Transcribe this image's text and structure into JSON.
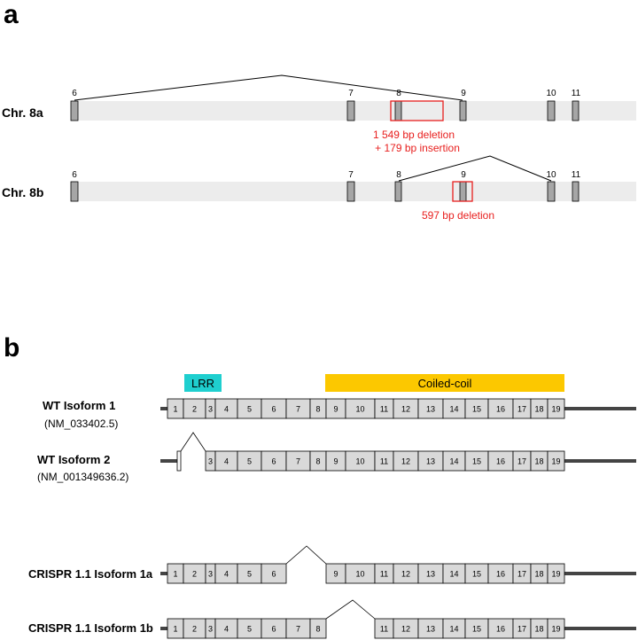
{
  "panel_a": {
    "label": "a",
    "chr_8a": {
      "label": "Chr. 8a",
      "exons": [
        "6",
        "7",
        "8",
        "9",
        "10",
        "11"
      ],
      "annotation_line1": "1 549 bp deletion",
      "annotation_line2": "+ 179 bp insertion"
    },
    "chr_8b": {
      "label": "Chr. 8b",
      "exons": [
        "6",
        "7",
        "8",
        "9",
        "10",
        "11"
      ],
      "annotation": "597 bp deletion"
    }
  },
  "panel_b": {
    "label": "b",
    "domains": {
      "lrr": "LRR",
      "coiled_coil": "Coiled-coil"
    },
    "domain_colors": {
      "lrr": "#1fcfcf",
      "coiled_coil": "#fcc800"
    },
    "isoforms": [
      {
        "name": "WT Isoform 1",
        "accession": "(NM_033402.5)",
        "exons": [
          "1",
          "2",
          "3",
          "4",
          "5",
          "6",
          "7",
          "8",
          "9",
          "10",
          "11",
          "12",
          "13",
          "14",
          "15",
          "16",
          "17",
          "18",
          "19"
        ]
      },
      {
        "name": "WT Isoform 2",
        "accession": "(NM_001349636.2)",
        "exons": [
          "3",
          "4",
          "5",
          "6",
          "7",
          "8",
          "9",
          "10",
          "11",
          "12",
          "13",
          "14",
          "15",
          "16",
          "17",
          "18",
          "19"
        ]
      },
      {
        "name": "CRISPR 1.1  Isoform 1a",
        "accession": "",
        "exons": [
          "1",
          "2",
          "3",
          "4",
          "5",
          "6",
          "9",
          "10",
          "11",
          "12",
          "13",
          "14",
          "15",
          "16",
          "17",
          "18",
          "19"
        ]
      },
      {
        "name": "CRISPR 1.1  Isoform 1b",
        "accession": "",
        "exons": [
          "1",
          "2",
          "3",
          "4",
          "5",
          "6",
          "7",
          "8",
          "11",
          "12",
          "13",
          "14",
          "15",
          "16",
          "17",
          "18",
          "19"
        ]
      }
    ]
  },
  "colors": {
    "annotation_red": "#e8201f",
    "exon_fill": "#d9d9d9",
    "track_fill": "#ececec",
    "utr_line": "#444444"
  }
}
